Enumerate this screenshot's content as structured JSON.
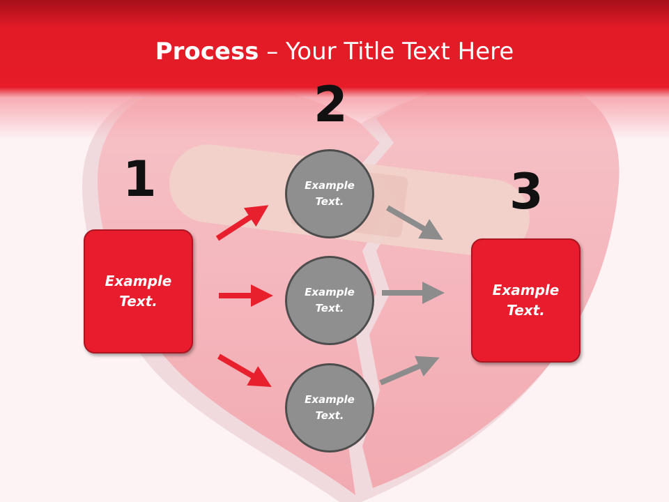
{
  "slide": {
    "title_bold": "Process",
    "title_rest": " – Your Title Text Here"
  },
  "steps": {
    "n1": "1",
    "n2": "2",
    "n3": "3"
  },
  "boxes": {
    "left": "Example\nText.",
    "right": "Example\nText."
  },
  "circles": {
    "top": "Example\nText.",
    "middle": "Example\nText.",
    "bottom": "Example\nText."
  },
  "colors": {
    "header_red": "#e61c28",
    "box_red": "#e81c2c",
    "circle_gray": "#8f8f90",
    "arrow_red": "#e8202e",
    "arrow_gray": "#8c8c8c",
    "heart_pink": "#f4b8be"
  }
}
